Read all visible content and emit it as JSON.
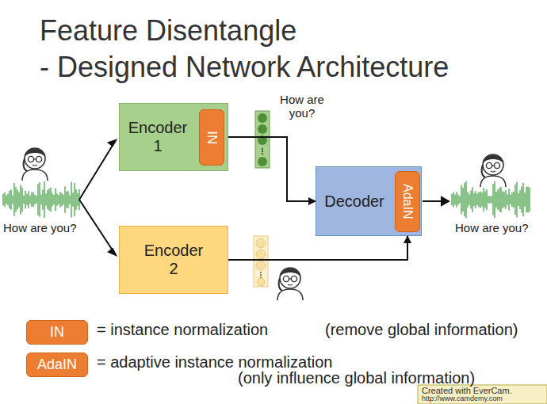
{
  "diagram": {
    "title": "Feature Disentangle",
    "nodes": [
      {
        "text": [
          "Encoder 1"
        ]
      },
      {
        "text": [
          "IN"
        ],
        "in": 0
      },
      {
        "text": [
          "Encoder 2"
        ]
      },
      {
        "text": [
          "Decoder"
        ]
      },
      {
        "text": [
          "AdaIN"
        ],
        "in": 3
      },
      {
        "text": [
          "IN"
        ]
      },
      {
        "text": [
          "AdaIN"
        ]
      }
    ],
    "edges": [
      {
        "from": 0,
        "to": 3,
        "arrow": "to"
      },
      {
        "from": 2,
        "to": 3,
        "arrow": "to"
      }
    ],
    "labels": [
      "- Designed Network Architecture",
      "How are you?",
      "How are you?",
      "How are you?",
      "= instance normalization",
      "(remove global information)",
      "= adaptive instance normalization",
      "(only influence global information)",
      "Created with EverCam.",
      "http://www.camdemy.com"
    ]
  }
}
